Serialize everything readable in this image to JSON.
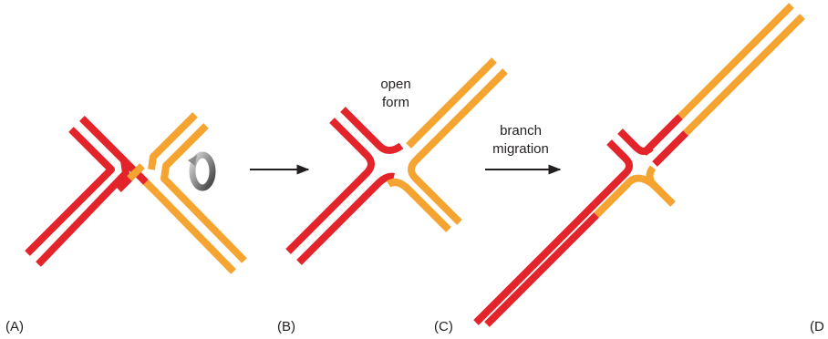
{
  "colors": {
    "red": "#e3242b",
    "orange": "#f6a431",
    "arrow": "#231f20",
    "rotation_icon": "#808080",
    "background": "#ffffff"
  },
  "panel_labels": {
    "a": "(A)",
    "b": "(B)",
    "c": "(C)",
    "d": "(D"
  },
  "annotations": {
    "open_form_line1": "open",
    "open_form_line2": "form",
    "branch_migration_line1": "branch",
    "branch_migration_line2": "migration"
  },
  "icons": {
    "rotation": "rotation-arrow-icon",
    "arrows": "right-arrow-icon"
  }
}
